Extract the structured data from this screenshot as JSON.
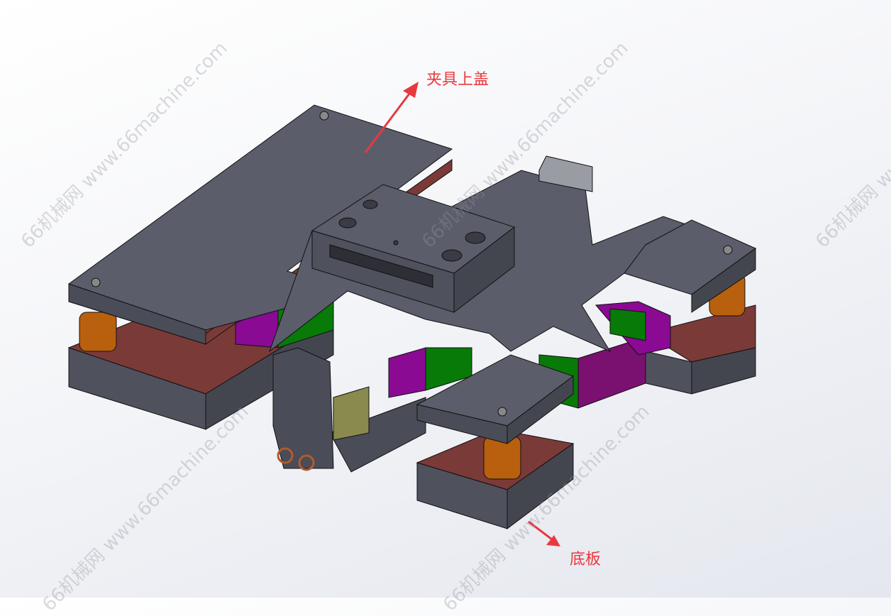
{
  "annotations": {
    "top_cover": "夹具上盖",
    "base_plate": "底板"
  },
  "watermark": "66机械网 www.66machine.com",
  "colors": {
    "plate_gray": "#5b5d6b",
    "plate_side": "#4a4c58",
    "brown_layer": "#7a3a38",
    "purple_block": "#8a0a93",
    "green_block": "#087a08",
    "copper_pillar": "#b8600e",
    "olive": "#8a8a4e",
    "annotation_red": "#e8393f"
  }
}
